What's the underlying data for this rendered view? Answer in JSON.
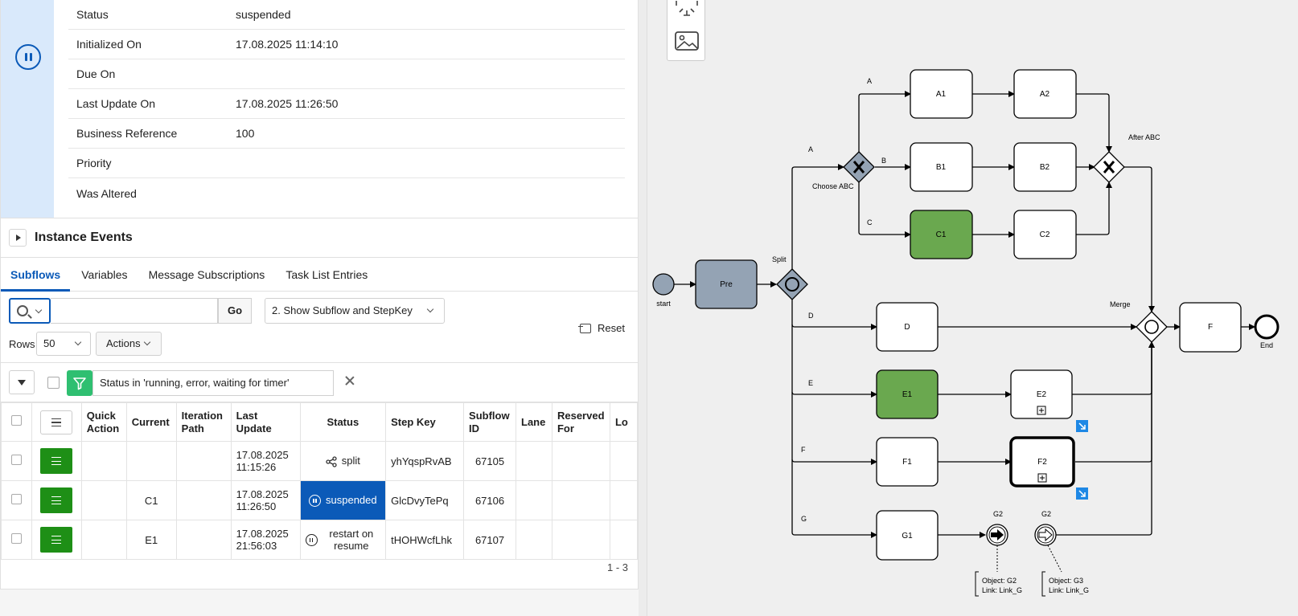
{
  "summary": {
    "properties": [
      {
        "label": "Status",
        "value": "suspended"
      },
      {
        "label": "Initialized On",
        "value": "17.08.2025 11:14:10"
      },
      {
        "label": "Due On",
        "value": ""
      },
      {
        "label": "Last Update On",
        "value": "17.08.2025 11:26:50"
      },
      {
        "label": "Business Reference",
        "value": "100"
      },
      {
        "label": "Priority",
        "value": ""
      },
      {
        "label": "Was Altered",
        "value": ""
      }
    ]
  },
  "events": {
    "title": "Instance Events"
  },
  "tabs": [
    "Subflows",
    "Variables",
    "Message Subscriptions",
    "Task List Entries"
  ],
  "toolbar": {
    "search_value": "",
    "go_label": "Go",
    "report_label": "2. Show Subflow and StepKey",
    "reset_label": "Reset",
    "rows_label": "Rows",
    "rows_value": "50",
    "actions_label": "Actions"
  },
  "filter": {
    "text": "Status in 'running, error, waiting for timer'"
  },
  "table": {
    "headers": [
      "Quick Action",
      "Current",
      "Iteration Path",
      "Last Update",
      "Status",
      "Step Key",
      "Subflow ID",
      "Lane",
      "Reserved For",
      "Lo"
    ],
    "rows": [
      {
        "current": "",
        "iteration": "",
        "last_update": "17.08.2025 11:15:26",
        "status": "split",
        "step_key": "yhYqspRvAB",
        "subflow_id": "67105"
      },
      {
        "current": "C1",
        "iteration": "",
        "last_update": "17.08.2025 11:26:50",
        "status": "suspended",
        "step_key": "GlcDvyTePq",
        "subflow_id": "67106"
      },
      {
        "current": "E1",
        "iteration": "",
        "last_update": "17.08.2025 21:56:03",
        "status": "restart on resume",
        "step_key": "tHOHWcfLhk",
        "subflow_id": "67107"
      }
    ],
    "pagination": "1 - 3"
  },
  "diagram": {
    "colors": {
      "active": "#6aa84f",
      "done": "#94a3b4",
      "task": "#ffffff"
    },
    "tasks": [
      "Pre",
      "A1",
      "A2",
      "B1",
      "B2",
      "C1",
      "C2",
      "D",
      "E1",
      "E2",
      "F1",
      "F2",
      "G1",
      "F"
    ],
    "labels": {
      "start": "start",
      "end": "End",
      "split": "Split",
      "choose": "Choose ABC",
      "after_abc": "After ABC",
      "merge": "Merge",
      "flow_a_top": "A",
      "flow_a": "A",
      "flow_b": "B",
      "flow_c": "C",
      "flow_d": "D",
      "flow_e": "E",
      "flow_f": "F",
      "flow_g": "G",
      "g2_a": "G2",
      "g2_b": "G2"
    },
    "annotations": [
      {
        "line1": "Object: G2",
        "line2": "Link: Link_G"
      },
      {
        "line1": "Object: G3",
        "line2": "Link: Link_G"
      }
    ]
  }
}
